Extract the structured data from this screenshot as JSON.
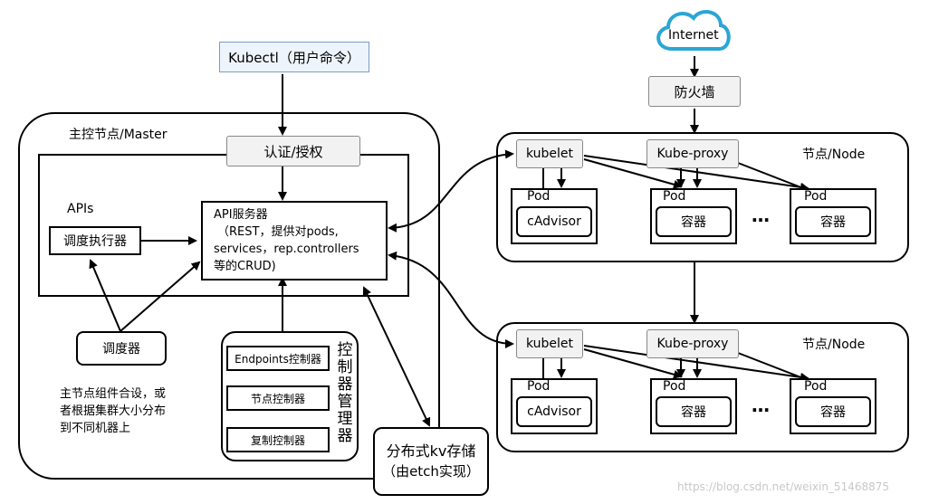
{
  "kubectl": "Kubectl（用户命令）",
  "internet": "Internet",
  "firewall": "防火墙",
  "master": {
    "title": "主控节点/Master",
    "auth": "认证/授权",
    "apis": "APIs",
    "scheduler_exec": "调度执行器",
    "api_server": [
      "API服务器",
      "（REST，提供对pods,",
      "services，rep.controllers",
      "等的CRUD)"
    ],
    "scheduler": "调度器",
    "note": [
      "主节点组件合设，或",
      "者根据集群大小分布",
      "到不同机器上"
    ],
    "controllers": [
      "Endpoints控制器",
      "节点控制器",
      "复制控制器"
    ],
    "controller_manager": [
      "控",
      "制",
      "器",
      "管",
      "理",
      "器"
    ]
  },
  "kv_store": [
    "分布式kv存储",
    "（由etch实现）"
  ],
  "node1": {
    "title": "节点/Node",
    "kubelet": "kubelet",
    "kube_proxy": "Kube-proxy",
    "pods": [
      {
        "label": "Pod",
        "content": "cAdvisor"
      },
      {
        "label": "Pod",
        "content": "容器"
      },
      {
        "label": "Pod",
        "content": "容器"
      }
    ],
    "ellipsis": "…"
  },
  "node2": {
    "title": "节点/Node",
    "kubelet": "kubelet",
    "kube_proxy": "Kube-proxy",
    "pods": [
      {
        "label": "Pod",
        "content": "cAdvisor"
      },
      {
        "label": "Pod",
        "content": "容器"
      },
      {
        "label": "Pod",
        "content": "容器"
      }
    ],
    "ellipsis": "…"
  },
  "watermark": "https://blog.csdn.net/weixin_51468875"
}
